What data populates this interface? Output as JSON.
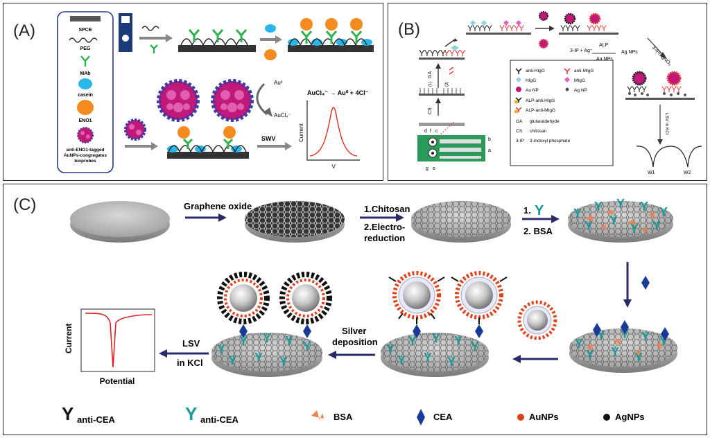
{
  "panel_a": {
    "label": "(A)",
    "legend": [
      "SPCE",
      "PEG",
      "MAb",
      "casein",
      "ENO1",
      "anti-ENO1-tagged",
      "AuNPs-congregates",
      "bioprobes"
    ],
    "au3": "Au³",
    "aucl4_top": "AuCl₄⁻",
    "reaction": "AuCl₄⁻ → Au⁰ + 4Cl⁻",
    "swv": "SWV",
    "ylabel": "Current",
    "xlabel": "V",
    "colors": {
      "mab": "#2db34a",
      "casein": "#29b6e8",
      "eno1": "#f58a1f",
      "aunp": "#c2187a",
      "probe": "#3a3aa0",
      "curve": "#e03020"
    }
  },
  "panel_b": {
    "label": "(B)",
    "steps": [
      "GA",
      "(1)",
      "(2)",
      "CS"
    ],
    "electrode_labels": [
      "d",
      "f",
      "c",
      "b",
      "a",
      "g",
      "e"
    ],
    "reaction_top": "3-IP + Ag⁺",
    "alp": "ALP",
    "aunps": "Au NPs",
    "agnps": "Ag NPs",
    "side_reagent": "3-IP/AgNO₃",
    "lsv": "LSV in KCl",
    "peaks": [
      "W1",
      "W2"
    ],
    "legend": {
      "anti_higg": "anti-HIgG",
      "anti_migg": "anti-MIgG",
      "higg": "HIgG",
      "migg": "MIgG",
      "au_np": "Au NP",
      "ag_np": "Ag NP",
      "alp_higg": "ALP-anti-HIgG",
      "alp_migg": "ALP-anti-MIgG",
      "ga_abbr": "GA",
      "ga_full": "glutaraldehyde",
      "cs_abbr": "CS",
      "cs_full": "chitosan",
      "ip_abbr": "3-IP",
      "ip_full": "3-indoxyl phosphate"
    }
  },
  "panel_c": {
    "label": "(C)",
    "step1": "Graphene oxide",
    "step2a": "1.Chitosan",
    "step2b": "2.Electro-",
    "step2c": "reduction",
    "step3a": "1.",
    "step3b": "2. BSA",
    "silver": [
      "Silver",
      "deposition"
    ],
    "lsv": [
      "LSV",
      "in KCl"
    ],
    "ylabel": "Current",
    "xlabel": "Potential",
    "legend": [
      {
        "symbol": "Y",
        "label": "anti-CEA",
        "color": "#111111"
      },
      {
        "symbol": "Y",
        "label": "anti-CEA",
        "color": "#1a9a9a"
      },
      {
        "symbol": "bsa",
        "label": "BSA",
        "color": "#f08050"
      },
      {
        "symbol": "diamond",
        "label": "CEA",
        "color": "#1a3a9a"
      },
      {
        "symbol": "dot",
        "label": "AuNPs",
        "color": "#e0401a"
      },
      {
        "symbol": "dot",
        "label": "AgNPs",
        "color": "#111111"
      }
    ],
    "colors": {
      "arrow": "#2a2a6a",
      "teal": "#1a9a9a",
      "curve": "#e02020"
    }
  }
}
